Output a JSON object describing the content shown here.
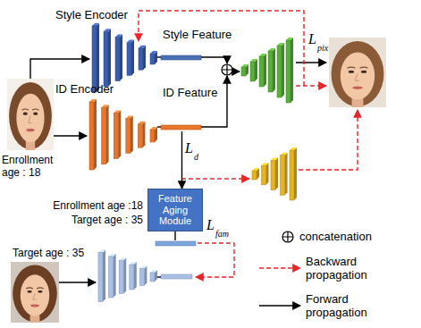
{
  "diagram": {
    "nodes": [
      {
        "text": [
          "Style Encoder"
        ]
      },
      {
        "text": [
          "Style Feature"
        ]
      },
      {
        "text": [
          "ID Encoder"
        ]
      },
      {
        "text": [
          "ID Feature"
        ]
      },
      {
        "text": [
          "Feature Aging Module"
        ]
      }
    ],
    "edges": [
      {
        "from": 0,
        "to": 1,
        "arrow": "none"
      },
      {
        "from": 2,
        "to": 3,
        "arrow": "none"
      },
      {
        "from": 3,
        "to": 4,
        "arrow": "to"
      }
    ],
    "labels": [
      "Enrollment age : 18",
      "L",
      "pix",
      "L",
      "d",
      "Enrollment age :18",
      "Target age : 35",
      "L",
      "fam",
      "Target age : 35"
    ],
    "legend": [
      {
        "text": "concatenation"
      },
      {
        "text": "Backward propagation"
      },
      {
        "text": "Forward propagation"
      }
    ]
  }
}
